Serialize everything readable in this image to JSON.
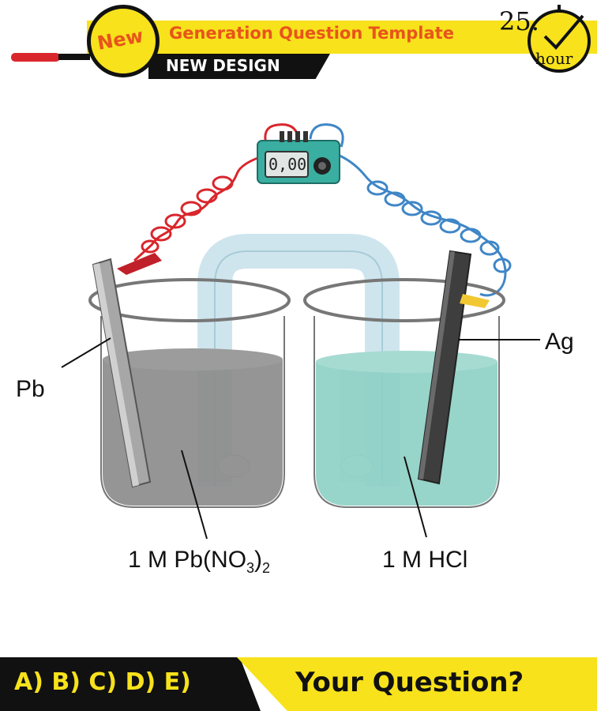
{
  "header": {
    "badge": "New",
    "title": "Generation Question Template",
    "subtitle": "NEW DESIGN",
    "number": "25.",
    "time_unit": "hour"
  },
  "diagram": {
    "meter_display": "0,00",
    "left_electrode": "Pb",
    "right_electrode": "Ag",
    "left_solution_main": "1 M Pb(NO",
    "left_solution_sub3": "3",
    "left_solution_close": ")",
    "left_solution_sub2": "2",
    "right_solution": "1 M HCl"
  },
  "footer": {
    "options": "A) B) C) D) E)",
    "question": "Your Question?"
  },
  "colors": {
    "banner_yellow": "#f7e21c",
    "accent_orange": "#e8541b",
    "left_solution": "#8a8a8a",
    "right_solution": "#8ccfc4",
    "red_wire": "#d9262c",
    "blue_wire": "#3f86c6"
  }
}
